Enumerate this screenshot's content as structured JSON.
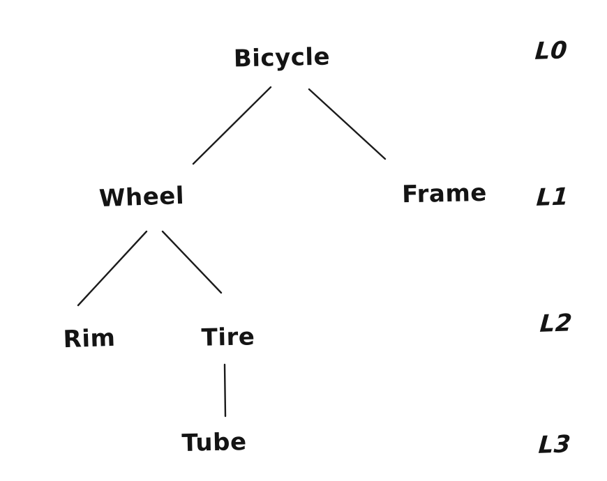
{
  "diagram": {
    "type": "tree",
    "colors": {
      "ink": "#1b1b1b",
      "background": "#ffffff"
    },
    "nodes": [
      {
        "id": "bicycle",
        "label": "Bicycle",
        "level": 0
      },
      {
        "id": "wheel",
        "label": "Wheel",
        "level": 1
      },
      {
        "id": "frame",
        "label": "Frame",
        "level": 1
      },
      {
        "id": "rim",
        "label": "Rim",
        "level": 2
      },
      {
        "id": "tire",
        "label": "Tire",
        "level": 2
      },
      {
        "id": "tube",
        "label": "Tube",
        "level": 3
      }
    ],
    "edges": [
      {
        "from": "Bicycle",
        "to": "Wheel"
      },
      {
        "from": "Bicycle",
        "to": "Frame"
      },
      {
        "from": "Wheel",
        "to": "Rim"
      },
      {
        "from": "Wheel",
        "to": "Tire"
      },
      {
        "from": "Tire",
        "to": "Tube"
      }
    ],
    "level_labels": [
      "L0",
      "L1",
      "L2",
      "L3"
    ]
  }
}
